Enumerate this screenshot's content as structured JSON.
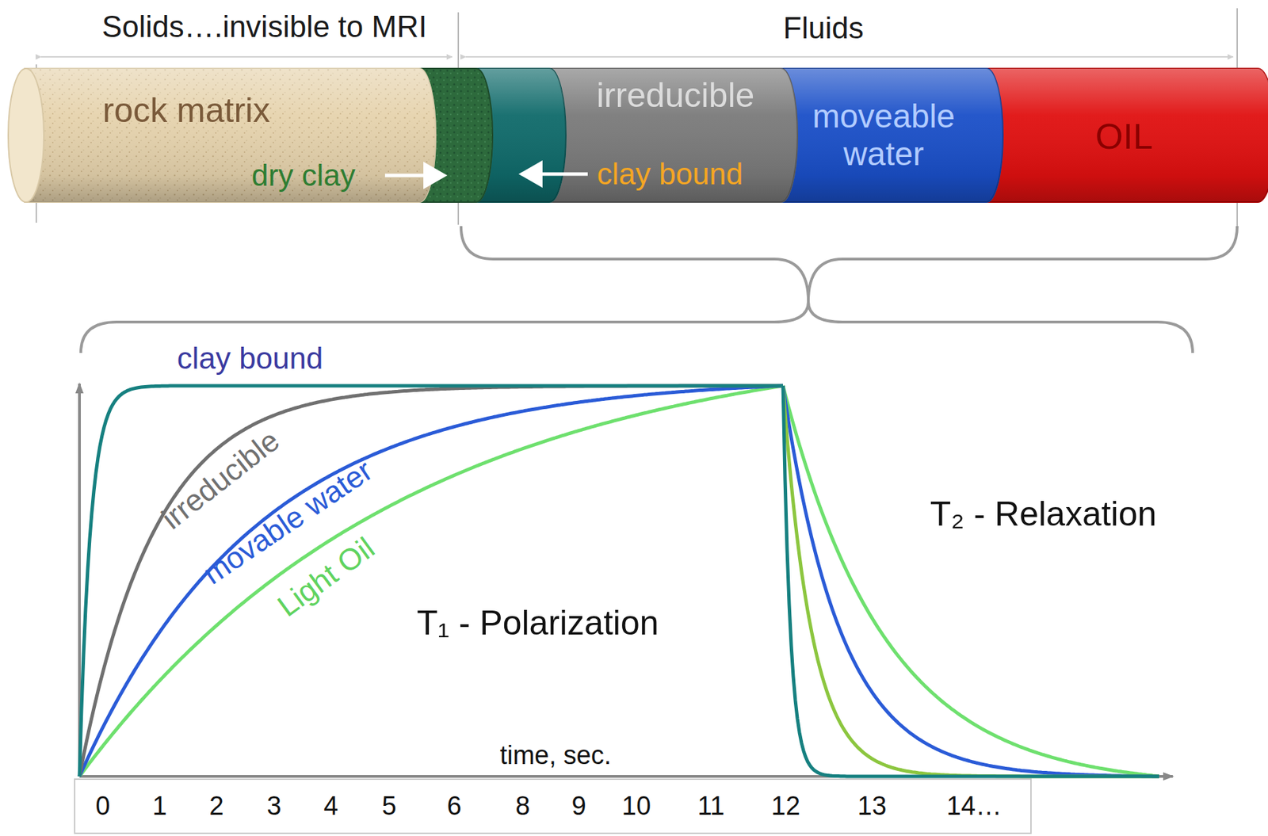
{
  "diagram": {
    "nodes": [
      {
        "text": [
          "rock matrix"
        ]
      },
      {
        "text": [
          "irreducible"
        ]
      },
      {
        "text": [
          "moveable water"
        ]
      },
      {
        "text": [
          "OIL"
        ]
      }
    ],
    "labels": [
      "Solids….invisible to MRI",
      "Fluids",
      "dry clay",
      "clay bound",
      "clay bound",
      "irreducible",
      "movable water",
      "Light Oil",
      "T₁ - Polarization",
      "T₂ - Relaxation",
      "time, sec.",
      "0",
      "1",
      "2",
      "3",
      "4",
      "5",
      "6",
      "8",
      "9",
      "10",
      "11",
      "12",
      "13",
      "14…"
    ]
  }
}
